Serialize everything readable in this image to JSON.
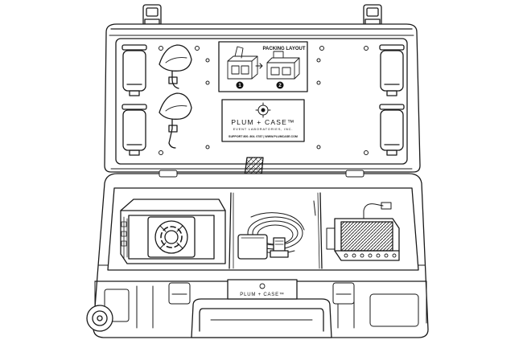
{
  "lid": {
    "packing_layout": {
      "title": "PACKING LAYOUT",
      "steps": [
        "1",
        "2"
      ]
    },
    "brand_plate": {
      "brand": "PLUM + CASE™",
      "subtitle": "EVENT LABORATORIES, INC.",
      "support": "SUPPORT 800. 804. 0787 | WWW.PLUMCASE.COM"
    }
  },
  "base": {
    "front_plate": {
      "brand": "PLUM + CASE™"
    }
  },
  "icons": [
    "target-logo-icon",
    "antenna-icon",
    "battery-icon",
    "fan-icon",
    "router-icon",
    "cable-coil-icon"
  ],
  "colors": {
    "line": "#1a1a1a",
    "case_fill": "#ffffff",
    "shadow_fill": "#e9e9e9"
  }
}
